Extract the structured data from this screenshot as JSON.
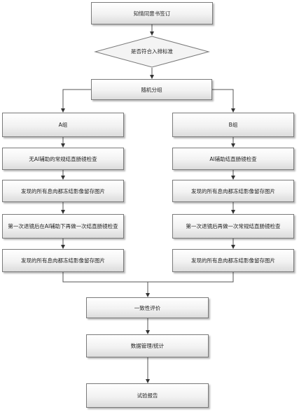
{
  "flowchart": {
    "consent": "知情同意书签订",
    "decision": "是否符合入排标准",
    "randomize": "随机分组",
    "group_a": {
      "title": "A组",
      "step1": "无AI辅助的常规结直肠镜检查",
      "step2": "发现的所有息肉都冻结影像留存图片",
      "step3": "第一次退镜后在AI辅助下再做一次结直肠镜检查",
      "step4": "发现的所有息肉都冻结影像留存图片"
    },
    "group_b": {
      "title": "B组",
      "step1": "AI辅助结直肠镜检查",
      "step2": "发现的所有息肉都冻结影像留存图片",
      "step3": "第一次退镜后再做一次常规结直肠镜检查",
      "step4": "发现的所有息肉都冻结影像留存图片"
    },
    "consistency": "一致性评价",
    "data_mgmt": "数据管理/统计",
    "report": "试验报告"
  }
}
